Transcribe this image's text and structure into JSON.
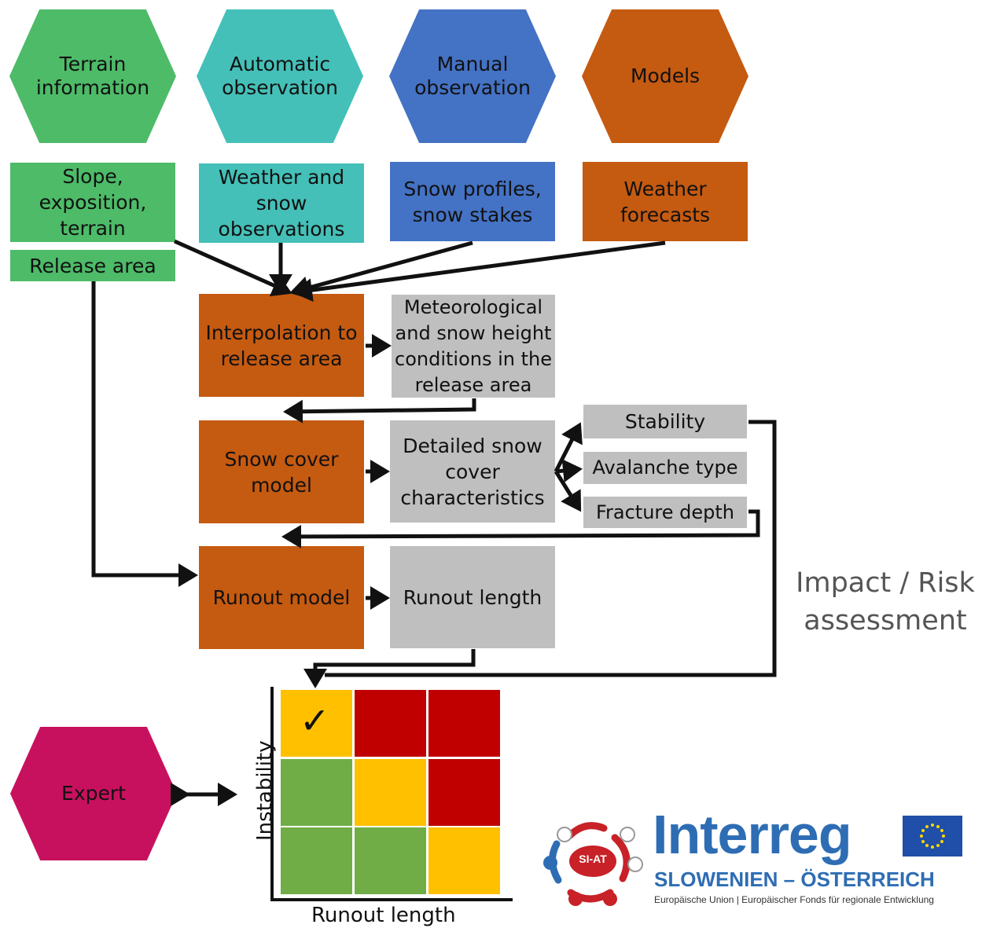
{
  "sources": {
    "terrain": "Terrain information",
    "automatic": "Automatic observation",
    "manual": "Manual observation",
    "models": "Models"
  },
  "inputs": {
    "slope": "Slope, exposition, terrain",
    "release_area": "Release area",
    "weather_snow": "Weather and snow observations",
    "snow_profiles": "Snow profiles, snow stakes",
    "weather_forecasts": "Weather forecasts"
  },
  "process": {
    "interpolation": "Interpolation to release area",
    "meteorological": "Meteorological and snow height conditions in the release area",
    "snow_cover_model": "Snow cover model",
    "detailed": "Detailed snow cover characteristics",
    "stability": "Stability",
    "avalanche_type": "Avalanche type",
    "fracture_depth": "Fracture depth",
    "runout_model": "Runout model",
    "runout_length": "Runout length"
  },
  "matrix": {
    "y_label": "Instability",
    "x_label": "Runout length",
    "check": "✓",
    "rows": [
      [
        "yellow",
        "red",
        "red"
      ],
      [
        "green",
        "yellow",
        "red"
      ],
      [
        "green",
        "green",
        "yellow"
      ]
    ]
  },
  "expert": "Expert",
  "impact_label": "Impact / Risk assessment",
  "logo": {
    "badge": "SI-AT",
    "name": "Interreg",
    "region": "SLOWENIEN – ÖSTERREICH",
    "tagline": "Europäische Union | Europäischer Fonds für regionale Entwicklung"
  },
  "colors": {
    "terrain": "#4dbb68",
    "automatic": "#44c0b8",
    "manual": "#4472c4",
    "models": "#c55a11",
    "output": "#bfbfbf",
    "expert": "#c8115e",
    "risk_green": "#70ad47",
    "risk_yellow": "#ffc000",
    "risk_red": "#c00000",
    "interreg_blue": "#2e6db4"
  }
}
